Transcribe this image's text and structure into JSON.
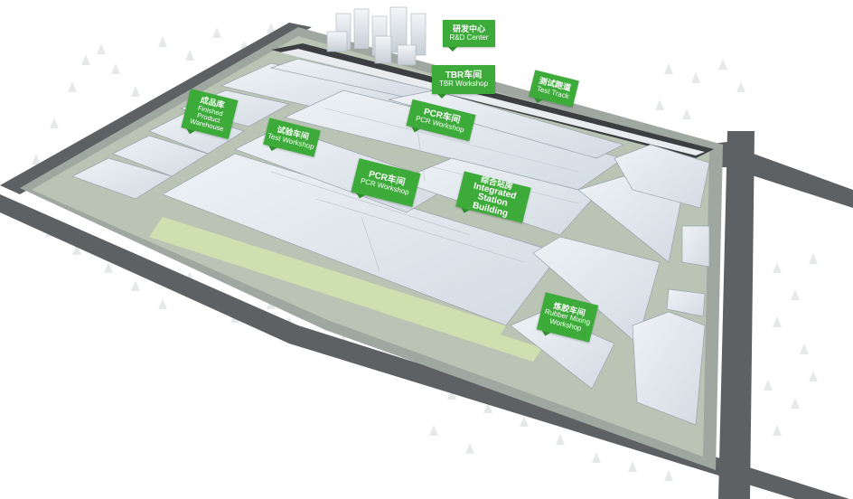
{
  "labels": {
    "rd_center": {
      "zh": "研发中心",
      "en": "R&D Center"
    },
    "tbr_workshop": {
      "zh": "TBR车间",
      "en": "TBR Workshop"
    },
    "test_track": {
      "zh": "测试跑道",
      "en": "Test Track"
    },
    "finished_product": {
      "zh": "成品库",
      "en": "Finished Product Warehouse"
    },
    "pcr_workshop_1": {
      "zh": "PCR车间",
      "en": "PCR Workshop"
    },
    "test_workshop": {
      "zh": "试验车间",
      "en": "Test Workshop"
    },
    "pcr_workshop_2": {
      "zh": "PCR车间",
      "en": "PCR Workshop"
    },
    "integrated_station": {
      "zh": "综合站房",
      "en": "Integrated Station Building"
    },
    "rubber_mixing": {
      "zh": "炼胶车间",
      "en": "Rubber Mixing Workshop"
    }
  },
  "colors": {
    "label_green": "#3dab3a",
    "roof": "#e4eaf0",
    "road": "#5d6164",
    "grass": "#c9d8b4",
    "site": "#9fa8a0"
  }
}
